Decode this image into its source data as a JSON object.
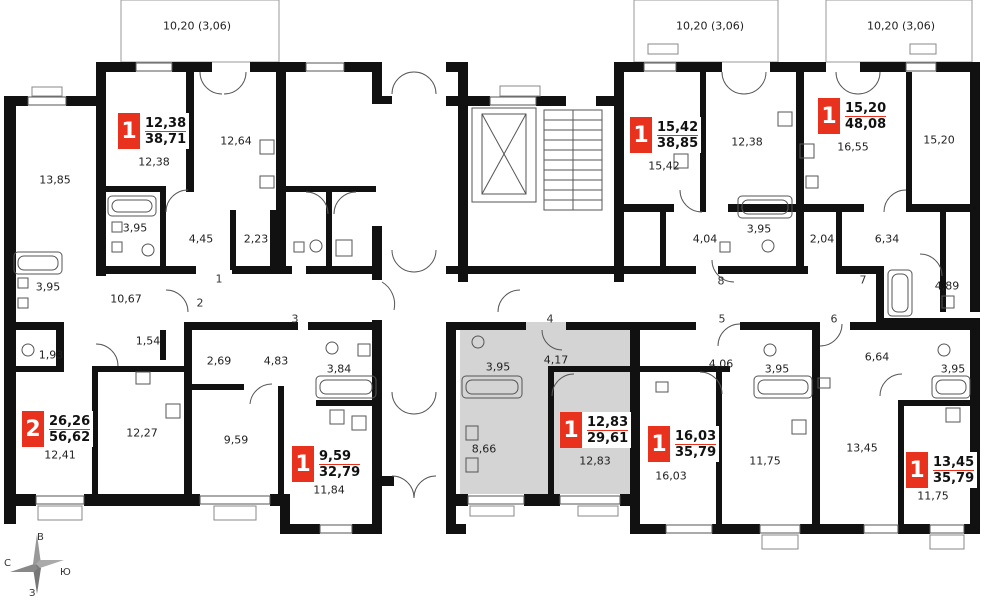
{
  "balconies": [
    "10,20 (3,06)",
    "10,20 (3,06)",
    "10,20 (3,06)"
  ],
  "apartments": [
    {
      "rooms": "1",
      "living": "12,38",
      "total": "38,71"
    },
    {
      "rooms": "1",
      "living": "15,42",
      "total": "38,85"
    },
    {
      "rooms": "1",
      "living": "15,20",
      "total": "48,08"
    },
    {
      "rooms": "2",
      "living": "26,26",
      "total": "56,62"
    },
    {
      "rooms": "1",
      "living": "9,59",
      "total": "32,79"
    },
    {
      "rooms": "1",
      "living": "12,83",
      "total": "29,61"
    },
    {
      "rooms": "1",
      "living": "16,03",
      "total": "35,79"
    },
    {
      "rooms": "1",
      "living": "13,45",
      "total": "35,79"
    }
  ],
  "room_areas": [
    "13,85",
    "12,38",
    "12,64",
    "3,95",
    "4,45",
    "2,23",
    "3,95",
    "10,67",
    "1,54",
    "1,93",
    "2,69",
    "4,83",
    "3,84",
    "12,41",
    "12,27",
    "9,59",
    "11,84",
    "15,42",
    "12,38",
    "4,04",
    "3,95",
    "16,55",
    "15,20",
    "2,04",
    "6,34",
    "4,89",
    "3,95",
    "4,17",
    "8,66",
    "12,83",
    "4,06",
    "3,95",
    "16,03",
    "11,75",
    "6,64",
    "3,95",
    "13,45",
    "11,75"
  ],
  "corridor_numbers": [
    "1",
    "2",
    "3",
    "4",
    "5",
    "6",
    "7",
    "8"
  ],
  "compass": {
    "north": "С",
    "east": "В",
    "south": "Ю",
    "west": "З"
  }
}
